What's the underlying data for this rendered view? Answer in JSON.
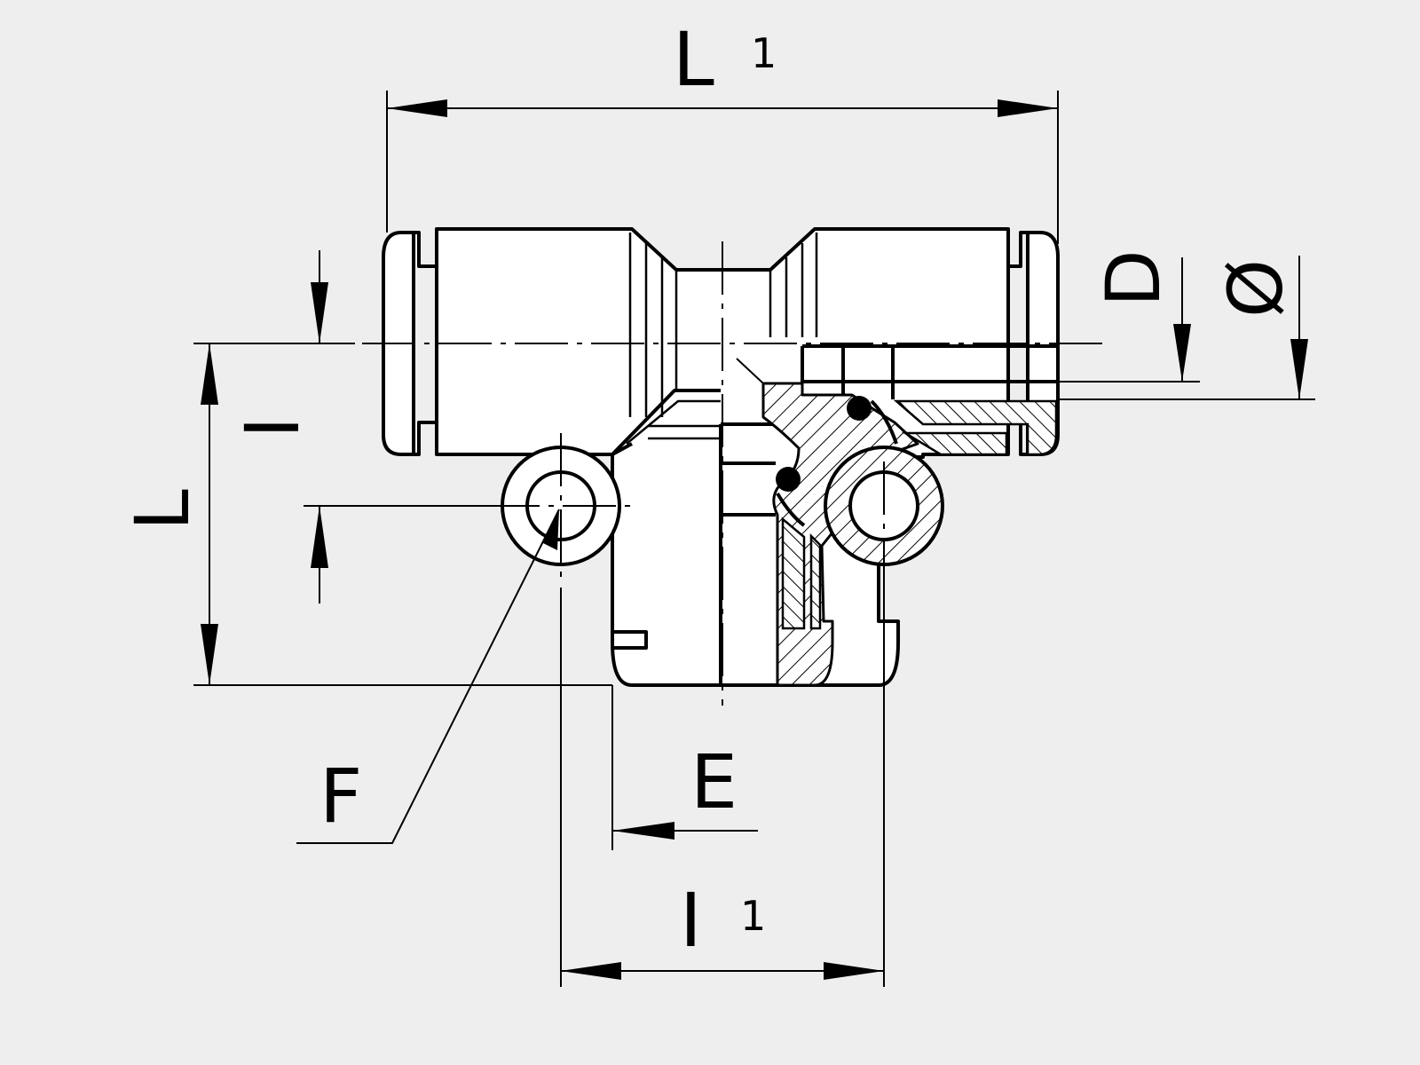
{
  "labels": {
    "overall_length": {
      "main": "L",
      "sub": "1"
    },
    "height": {
      "main": "L"
    },
    "port_offset": {
      "main": "I"
    },
    "hole_spacing": {
      "main": "I",
      "sub": "1"
    },
    "tube_dia": {
      "main": "D"
    },
    "outer_dia": {
      "main": "Ø"
    },
    "hole": {
      "main": "F"
    },
    "thickness": {
      "main": "E"
    }
  },
  "colors": {
    "background": "#eeeeee",
    "line": "#000000",
    "body": "#ffffff"
  }
}
